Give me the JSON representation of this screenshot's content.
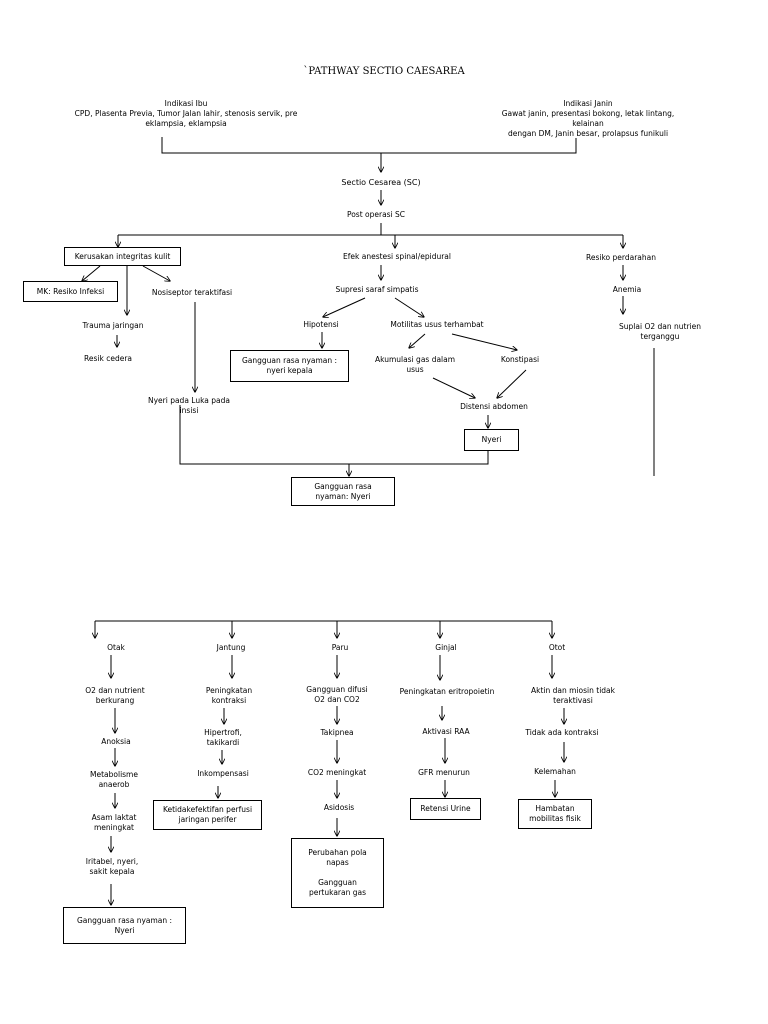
{
  "title": "`PATHWAY SECTIO CAESAREA",
  "nodes": {
    "indikasi_ibu": "Indikasi Ibu\nCPD, Plasenta Previa, Tumor Jalan lahir, stenosis servik, pre\neklampsia, eklampsia",
    "indikasi_janin": "Indikasi Janin\nGawat janin, presentasi bokong, letak lintang, kelainan\ndengan DM, Janin besar, prolapsus funikuli",
    "sectio_caesarea": "Sectio Cesarea (SC)",
    "post_operasi": "Post operasi SC",
    "kerusakan_integritas": "Kerusakan integritas kulit",
    "mk_resiko_infeksi": "MK: Resiko Infeksi",
    "nosiseptor": "Nosiseptor teraktifasi",
    "trauma_jaringan": "Trauma jaringan",
    "resiko_cedera": "Resik cedera",
    "nyeri_luka": "Nyeri pada Luka pada\ninsisi",
    "efek_anestesi": "Efek anestesi spinal/epidural",
    "supresi_saraf": "Supresi saraf simpatis",
    "hipotensi": "Hipotensi",
    "gangguan_nyeri_kepala": "Gangguan rasa nyaman :\nnyeri kepala",
    "motilitas_usus": "Motilitas usus terhambat",
    "akumulasi_gas": "Akumulasi gas dalam\nusus",
    "konstipasi": "Konstipasi",
    "distensi_abdomen": "Distensi abdomen",
    "nyeri": "Nyeri",
    "gangguan_nyeri_1": "Gangguan rasa\nnyaman: Nyeri",
    "resiko_perdarahan": "Resiko perdarahan",
    "anemia": "Anemia",
    "suplai_o2": "Suplai O2 dan nutrien\nterganggu",
    "otak": "Otak",
    "o2_nutrient": "O2 dan nutrient\nberkurang",
    "anoksia": "Anoksia",
    "metabolisme": "Metabolisme\nanaerob",
    "asam_laktat": "Asam laktat\nmeningkat",
    "iritabel": "Iritabel, nyeri,\nsakit kepala",
    "gangguan_nyeri_2": "Gangguan rasa nyaman :\nNyeri",
    "jantung": "Jantung",
    "peningkatan_kontraksi": "Peningkatan\nkontraksi",
    "hipertrofi": "Hipertrofi,\ntakikardi",
    "inkompensasi": "Inkompensasi",
    "ketidakefektifan": "Ketidakefektifan perfusi\njaringan perifer",
    "paru": "Paru",
    "gangguan_difusi": "Gangguan difusi\nO2 dan CO2",
    "takipnea": "Takipnea",
    "co2_meningkat": "CO2 meningkat",
    "asidosis": "Asidosis",
    "perubahan_pola": "Perubahan pola\nnapas\n\nGangguan\npertukaran gas",
    "ginjal": "Ginjal",
    "peningkatan_eritropoietin": "Peningkatan eritropoietin",
    "aktivasi_raa": "Aktivasi RAA",
    "gfr_menurun": "GFR menurun",
    "retensi_urine": "Retensi Urine",
    "otot": "Otot",
    "aktin_miosin": "Aktin dan miosin tidak\nteraktivasi",
    "tidak_kontraksi": "Tidak ada kontraksi",
    "kelemahan": "Kelemahan",
    "hambatan_mobilitas": "Hambatan\nmobilitas fisik"
  }
}
